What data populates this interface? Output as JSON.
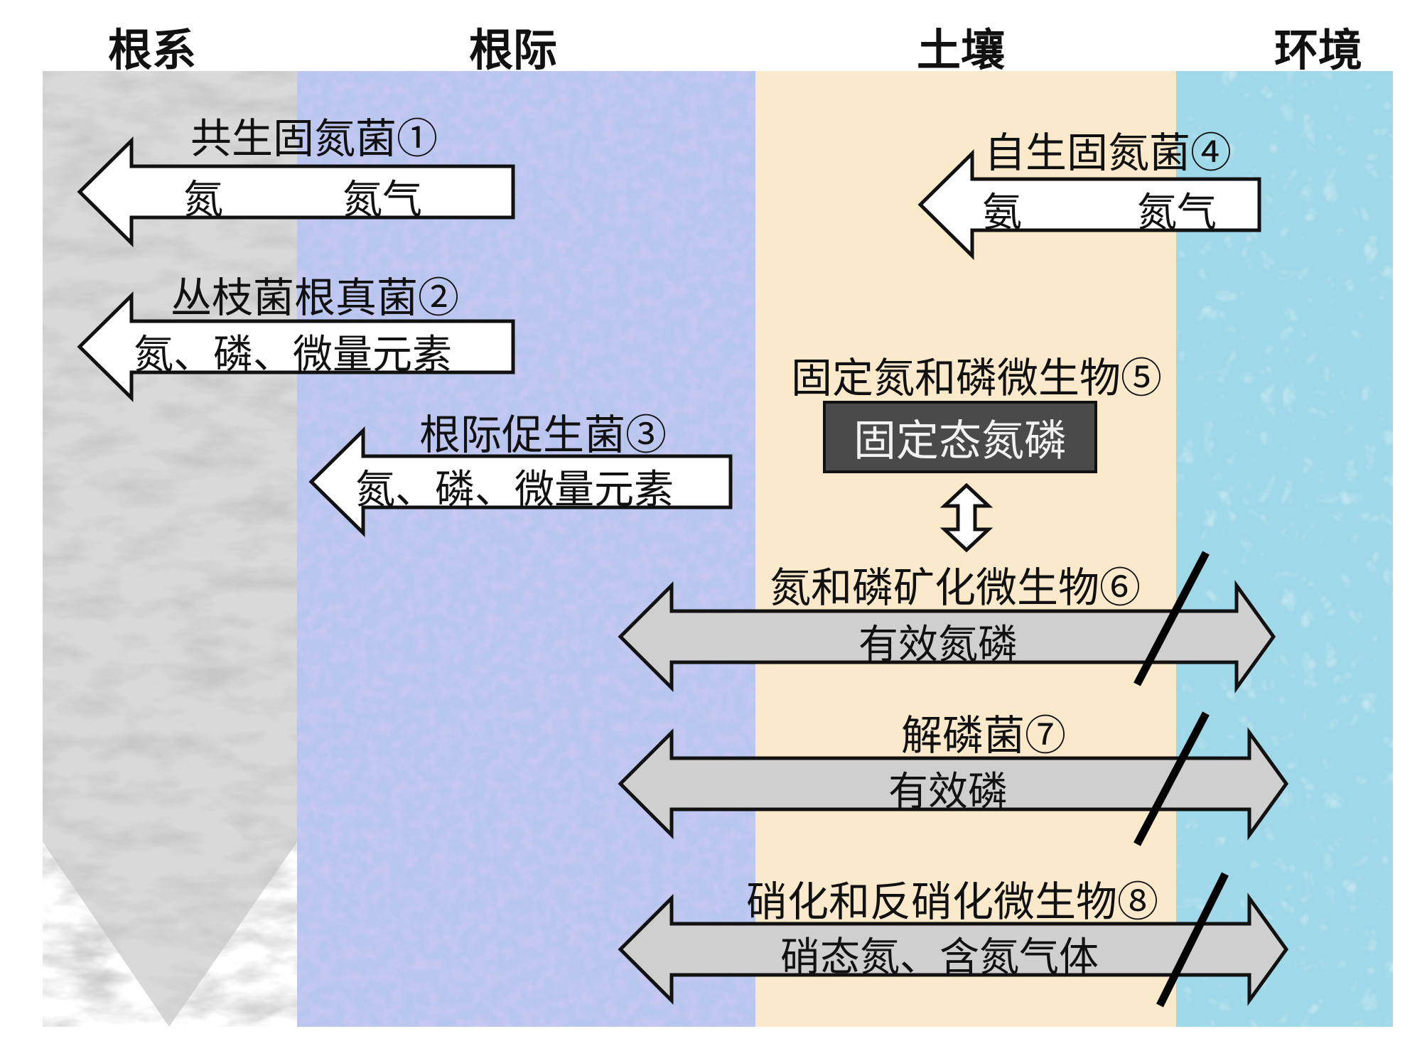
{
  "zones": {
    "root": "根系",
    "rhizosphere": "根际",
    "soil": "土壤",
    "environment": "环境"
  },
  "microbes": {
    "m1": "共生固氮菌①",
    "m2": "丛枝菌根真菌②",
    "m3": "根际促生菌③",
    "m4": "自生固氮菌④",
    "m5": "固定氮和磷微生物⑤",
    "m6": "氮和磷矿化微生物⑥",
    "m7": "解磷菌⑦",
    "m8": "硝化和反硝化微生物⑧"
  },
  "arrows": {
    "a1_left": "氮",
    "a1_right": "氮气",
    "a2": "氮、磷、微量元素",
    "a3": "氮、磷、微量元素",
    "a4_left": "氨",
    "a4_right": "氮气",
    "a6": "有效氮磷",
    "a7": "有效磷",
    "a8": "硝态氮、含氮气体"
  },
  "box5": "固定态氮磷",
  "colors": {
    "root": "#d9d9d9",
    "rhizosphere": "#b7c6ee",
    "soil": "#fbe9cc",
    "environment": "#9fd8e8",
    "arrow_white": "#ffffff",
    "arrow_gray": "#cfcfcf",
    "box_fill": "#4a4a4a"
  }
}
